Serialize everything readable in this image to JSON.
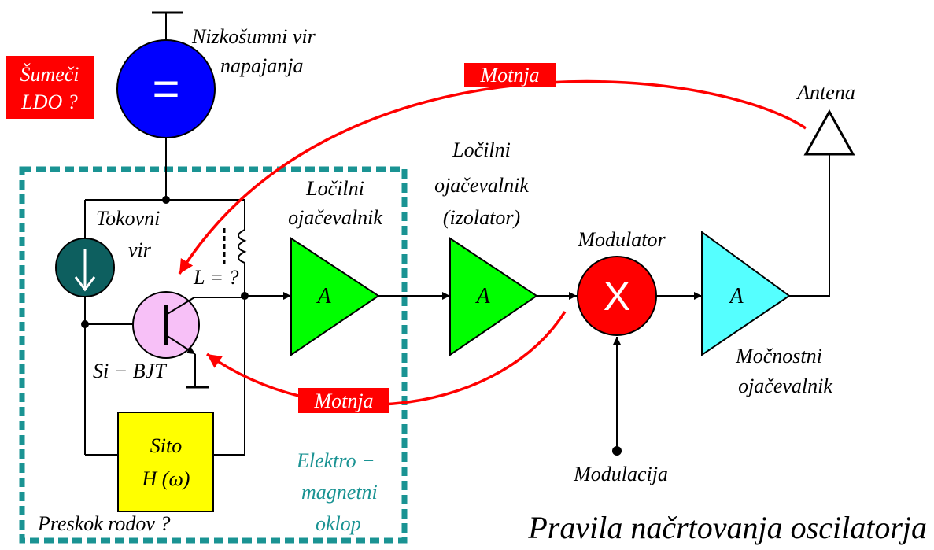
{
  "title": "Pravila načrtovanja oscilatorja",
  "labels": {
    "supply": [
      "Nizkošumni vir",
      "napajanja"
    ],
    "supply_symbol": "=",
    "noisy_ldo": [
      "Šumeči",
      "LDO ?"
    ],
    "current_source": [
      "Tokovni",
      "vir"
    ],
    "inductor": "L = ?",
    "transistor": "Si − BJT",
    "filter": [
      "Sito",
      "H (ω)"
    ],
    "ground_bounce": "Preskok rodov ?",
    "shield": [
      "Elektro −",
      "magnetni",
      "oklop"
    ],
    "buffer1": [
      "Ločilni",
      "ojačevalnik"
    ],
    "buffer2": [
      "Ločilni",
      "ojačevalnik",
      "(izolator)"
    ],
    "modulator": "Modulator",
    "modulator_symbol": "X",
    "modulation": "Modulacija",
    "power_amp": [
      "Močnostni",
      "ojačevalnik"
    ],
    "antenna": "Antena",
    "amp_symbol": "A",
    "interference_top": "Motnja",
    "interference_bottom": "Motnja"
  },
  "colors": {
    "supply": "#0000ff",
    "current_source": "#0d5f5f",
    "transistor": "#f7c0f7",
    "filter": "#ffff00",
    "buffer_amps": "#00ff00",
    "power_amp": "#55ffff",
    "modulator": "#ff0000",
    "interference": "#ff0000",
    "shield": "#1a9393"
  }
}
